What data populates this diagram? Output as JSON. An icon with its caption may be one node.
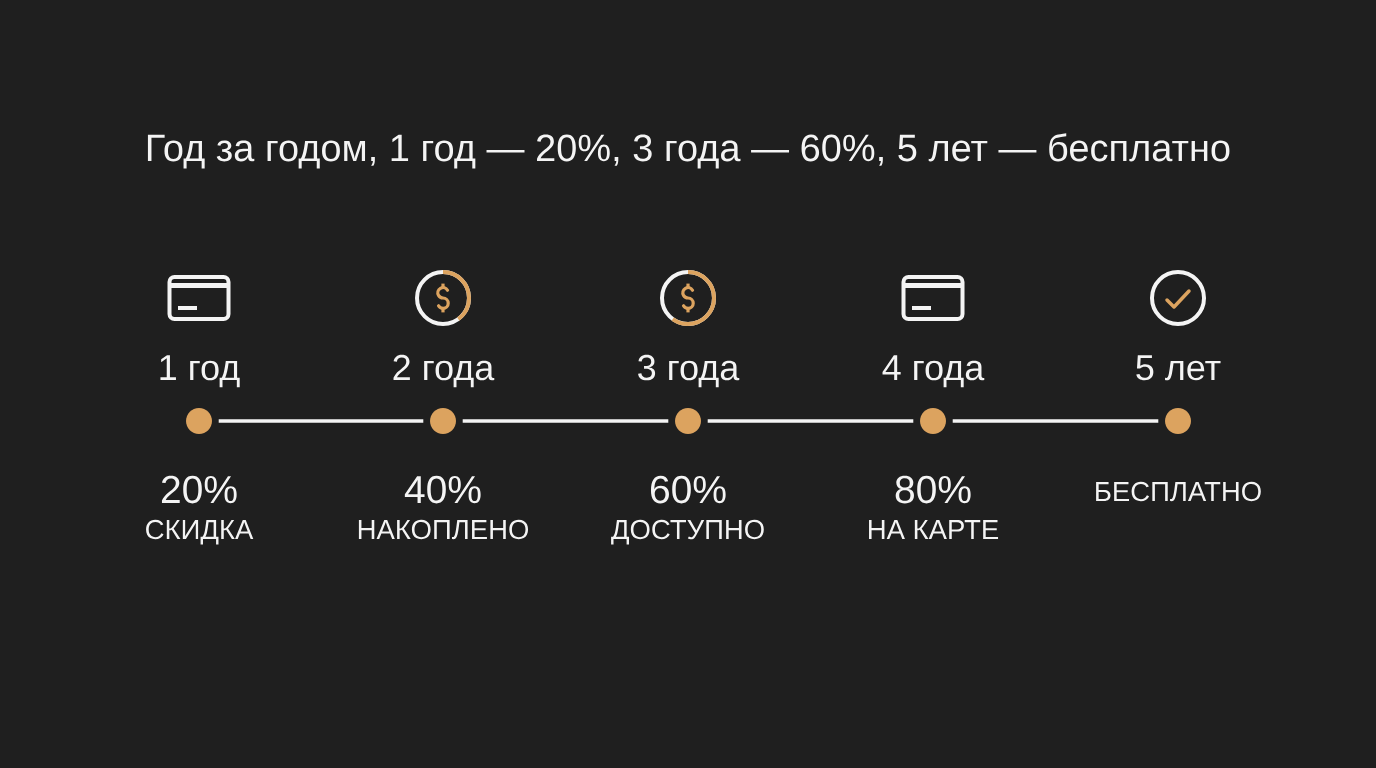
{
  "diagram": {
    "title": "Год за годом, 1 год — 20%, 3 года — 60%, 5 лет — бесплатно",
    "nodes": [
      {
        "text": [],
        "shape": "circle",
        "beside": [
          "1 год",
          "20%",
          "СКИДКА"
        ]
      },
      {
        "text": [],
        "shape": "circle",
        "beside": [
          "2 года",
          "40%",
          "НАКОПЛЕНО"
        ]
      },
      {
        "text": [],
        "shape": "circle",
        "beside": [
          "3 года",
          "60%",
          "ДОСТУПНО"
        ]
      },
      {
        "text": [],
        "shape": "circle",
        "beside": [
          "4 года",
          "80%",
          "НА КАРТЕ"
        ]
      },
      {
        "text": [],
        "shape": "circle",
        "beside": [
          "5 лет",
          "БЕСПЛАТНО"
        ]
      }
    ],
    "edges": [
      {
        "from": 0,
        "to": 1,
        "arrow": "none"
      },
      {
        "from": 1,
        "to": 2,
        "arrow": "none"
      },
      {
        "from": 2,
        "to": 3,
        "arrow": "none"
      },
      {
        "from": 3,
        "to": 4,
        "arrow": "none"
      }
    ]
  }
}
